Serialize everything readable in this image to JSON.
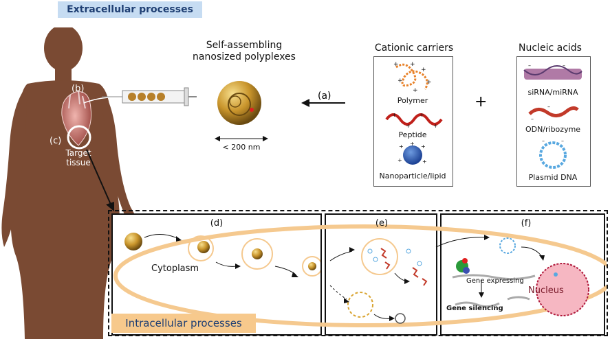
{
  "header": {
    "extracellular": "Extracellular processes",
    "self_assembling_line1": "Self-assembling",
    "self_assembling_line2": "nanosized polyplexes",
    "size_label": "< 200 nm",
    "arrow_label": "(a)",
    "plus": "+"
  },
  "body": {
    "label_b": "(b)",
    "label_c": "(c)",
    "target_line1": "Target",
    "target_line2": "tissue"
  },
  "carriers": {
    "title": "Cationic carriers",
    "items": [
      "Polymer",
      "Peptide",
      "Nanoparticle/lipid"
    ]
  },
  "nucleic": {
    "title": "Nucleic acids",
    "items": [
      "siRNA/miRNA",
      "ODN/ribozyme",
      "Plasmid DNA"
    ]
  },
  "intracellular": {
    "label": "Intracellular processes",
    "panel_d": "(d)",
    "panel_e": "(e)",
    "panel_f": "(f)",
    "cytoplasm": "Cytoplasm",
    "gene_expressing": "Gene expressing",
    "gene_silencing": "Gene silencing",
    "nucleus": "Nucleus"
  },
  "colors": {
    "body": "#7a4a33",
    "gold": "#c9952c",
    "cell_ring": "#f5c98f",
    "title_bg": "#c6dcf2",
    "nucleus": "#f6b7c2"
  }
}
